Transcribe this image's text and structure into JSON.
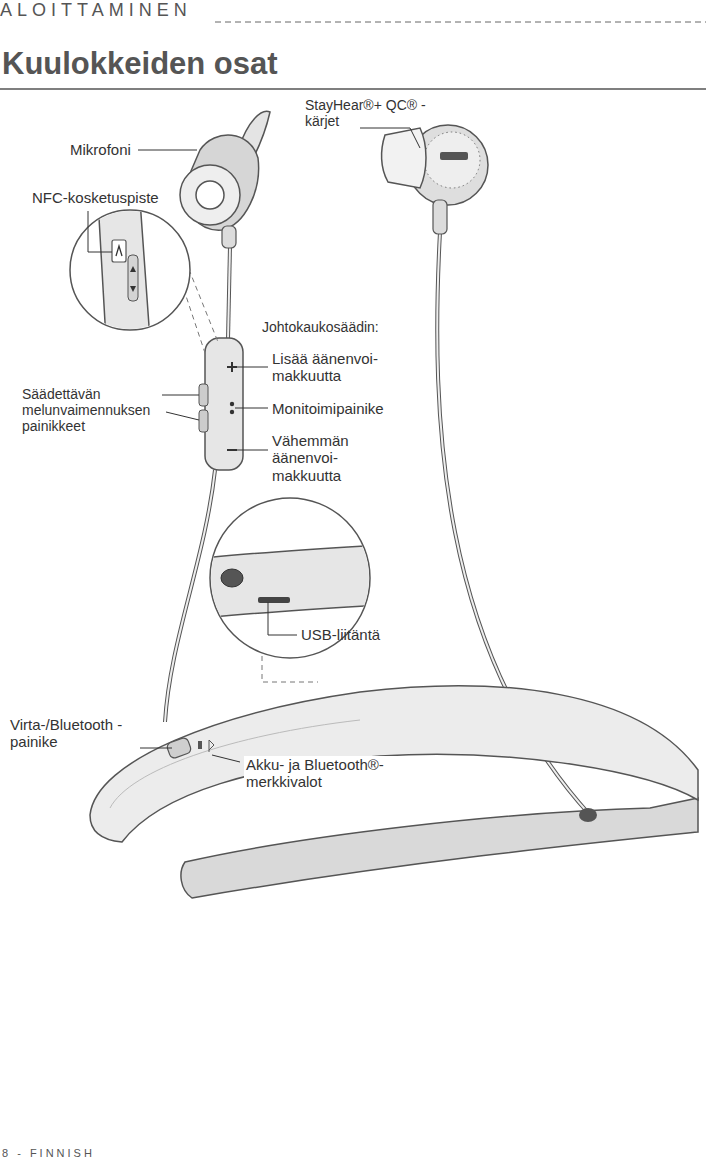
{
  "diagram": {
    "title": "Kuulokkeiden osat",
    "labels": [
      "ALOITTAMINEN",
      "StayHear®+ QC® -kärjet",
      "Mikrofoni",
      "NFC-kosketuspiste",
      "Johtokaukosäädin:",
      "Lisää äänenvoi- makkuutta",
      "Säädettävän melunvaimennuksen painikkeet",
      "Monitoimipainike",
      "Vähemmän äänenvoi- makkuutta",
      "USB-liitäntä",
      "Virta-/Bluetooth -painike",
      "Akku- ja Bluetooth®- merkkivalot",
      "8 - FINNISH"
    ]
  }
}
